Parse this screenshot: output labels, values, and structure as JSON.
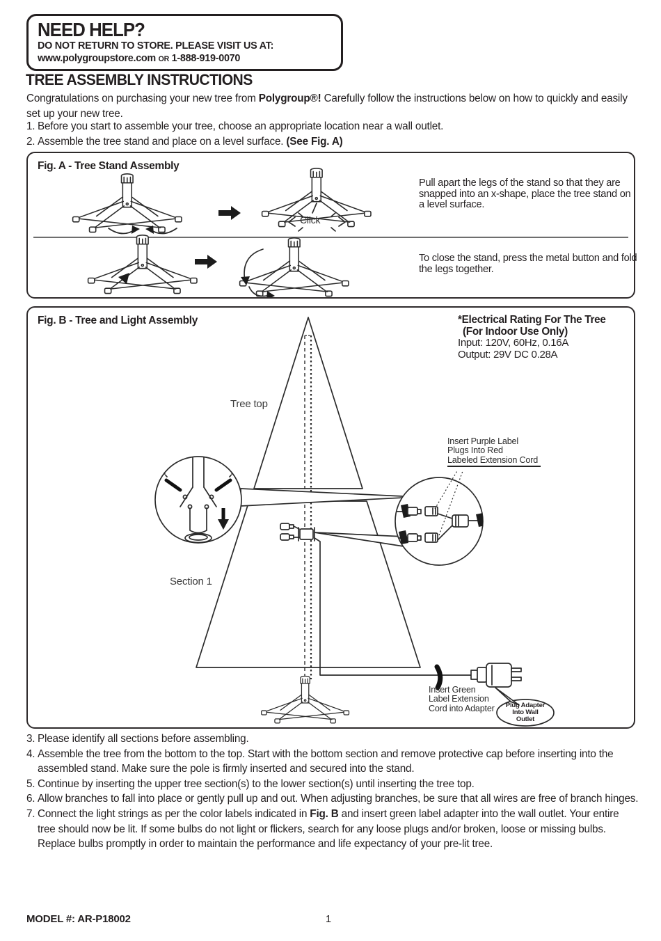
{
  "help_box": {
    "title": "NEED HELP?",
    "line1": "DO NOT RETURN TO STORE. PLEASE VISIT US AT:",
    "url": "www.polygroupstore.com",
    "or": "OR",
    "phone": "1-888-919-0070"
  },
  "heading": "TREE ASSEMBLY INSTRUCTIONS",
  "intro": {
    "pre": "Congratulations on purchasing your new tree from ",
    "brand": "Polygroup®!",
    "post": " Carefully follow the instructions below on how to quickly and easily set up your new tree."
  },
  "steps_top": [
    {
      "num": "1.",
      "pre": "Before you start to assemble your tree, choose an appropriate location near a wall outlet.",
      "bold": ""
    },
    {
      "num": "2.",
      "pre": "Assemble the tree stand and place on a level surface. ",
      "bold": "(See Fig. A)"
    }
  ],
  "fig_a": {
    "title": "Fig. A - Tree Stand Assembly",
    "click_label": "Click",
    "row1_text": "Pull apart the legs of the stand so that they are snapped into an x-shape, place the tree stand on a level surface.",
    "row2_text": "To close the stand, press the metal button and fold the legs together."
  },
  "fig_b": {
    "title": "Fig. B - Tree and Light Assembly",
    "rating_line1": "*Electrical Rating For The Tree",
    "rating_line2": "(For Indoor Use Only)",
    "rating_line3": "Input: 120V, 60Hz, 0.16A",
    "rating_line4": "Output: 29V DC 0.28A",
    "tree_top_label": "Tree top",
    "section1_label": "Section 1",
    "purple_callout": {
      "line1": "Insert Purple Label",
      "line2": "Plugs Into Red",
      "line3": "Labeled Extension Cord"
    },
    "green_callout": {
      "line1": "Insert Green",
      "line2": "Label Extension",
      "line3": "Cord into Adapter"
    },
    "bubble": {
      "line1": "Plug Adapter",
      "line2": "Into Wall",
      "line3": "Outlet"
    }
  },
  "steps_bottom": [
    {
      "num": "3.",
      "pre": "Please identify all sections before assembling.",
      "bold": "",
      "post": ""
    },
    {
      "num": "4.",
      "pre": "Assemble the tree from the bottom to the top. Start with the bottom section and remove protective cap before inserting into the assembled stand. Make sure the pole is firmly inserted and secured into the stand.",
      "bold": "",
      "post": ""
    },
    {
      "num": "5.",
      "pre": "Continue by inserting the upper tree section(s) to the lower section(s) until inserting the tree top.",
      "bold": "",
      "post": ""
    },
    {
      "num": "6.",
      "pre": "Allow branches to fall into place or gently pull up and out. When adjusting branches, be sure that all wires are free of branch hinges.",
      "bold": "",
      "post": ""
    },
    {
      "num": "7.",
      "pre": "Connect the light strings as per the color labels indicated in ",
      "bold": "Fig. B",
      "post": " and insert green label adapter into the wall outlet. Your entire tree should now be lit. If some bulbs do not light or flickers, search for any loose plugs and/or broken, loose or missing bulbs. Replace bulbs promptly in order to maintain the performance and life expectancy of your pre-lit tree."
    }
  ],
  "footer": {
    "model_label": "MODEL #:",
    "model_value": "AR-P18002",
    "page_number": "1"
  },
  "colors": {
    "ink": "#231f20",
    "background": "#ffffff"
  }
}
